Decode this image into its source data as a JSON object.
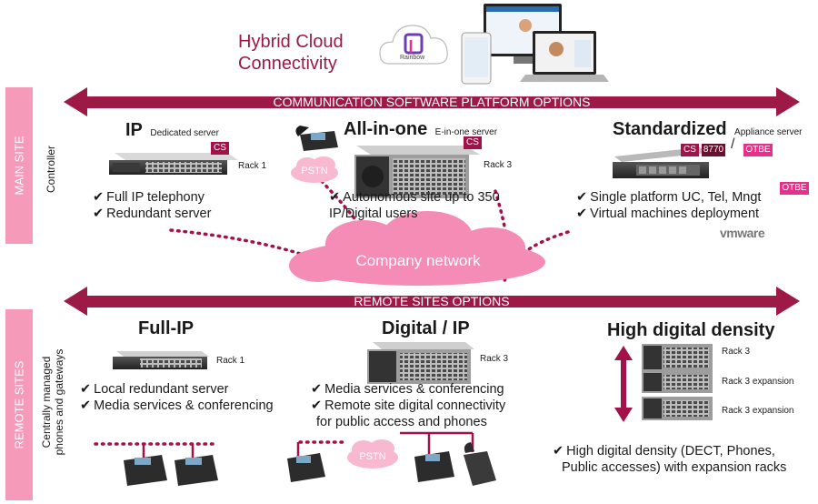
{
  "header": {
    "hybrid_cloud_line1": "Hybrid Cloud",
    "hybrid_cloud_line2": "Connectivity",
    "rainbow_label": "Rainbow"
  },
  "bars": {
    "top": "COMMUNICATION SOFTWARE PLATFORM OPTIONS",
    "middle": "REMOTE SITES OPTIONS"
  },
  "sidebars": {
    "main_site": "MAIN SITE",
    "remote_sites": "REMOTE SITES",
    "controller": "Controller",
    "centrally_managed_line1": "Centrally managed",
    "centrally_managed_line2": "phones and gateways"
  },
  "main": {
    "ip": {
      "title": "IP",
      "subtitle": "Dedicated server",
      "tag": "CS",
      "rack": "Rack 1",
      "bullets": [
        "Full IP telephony",
        "Redundant server"
      ]
    },
    "allinone": {
      "title": "All-in-one",
      "subtitle": "E-in-one server",
      "tag": "CS",
      "rack": "Rack 3",
      "pstn": "PSTN",
      "bullet1": "Autonomous site up to 350",
      "bullet1_cont": "IP/Digital users"
    },
    "standardized": {
      "title": "Standardized",
      "subtitle": "Appliance server",
      "tag_cs": "CS",
      "tag_8770": "8770",
      "tag_otbe": "OTBE",
      "tag_otbe2": "OTBE",
      "bullets": [
        "Single platform UC, Tel, Mngt",
        "Virtual machines deployment"
      ],
      "vmware": "vmware"
    }
  },
  "network": {
    "label": "Company network"
  },
  "remote": {
    "fullip": {
      "title": "Full-IP",
      "rack": "Rack 1",
      "bullets": [
        "Local redundant server",
        "Media services & conferencing"
      ]
    },
    "digitalip": {
      "title": "Digital / IP",
      "rack": "Rack 3",
      "pstn": "PSTN",
      "bullet1": "Media services & conferencing",
      "bullet2": "Remote site digital connectivity",
      "bullet2_cont": "for public access and phones"
    },
    "highdensity": {
      "title": "High digital density",
      "racks": [
        "Rack 3",
        "Rack 3 expansion",
        "Rack 3 expansion"
      ],
      "bullet1": "High digital density (DECT, Phones,",
      "bullet1_cont": "Public accesses) with expansion racks"
    }
  },
  "colors": {
    "bar": "#9c1a45",
    "sidebar": "#f59ab8",
    "cloud": "#f48cb6",
    "dots": "#a3114a",
    "tag_cs": "#a3114a",
    "tag_otbe": "#e8308a"
  },
  "check_mark": "✔"
}
